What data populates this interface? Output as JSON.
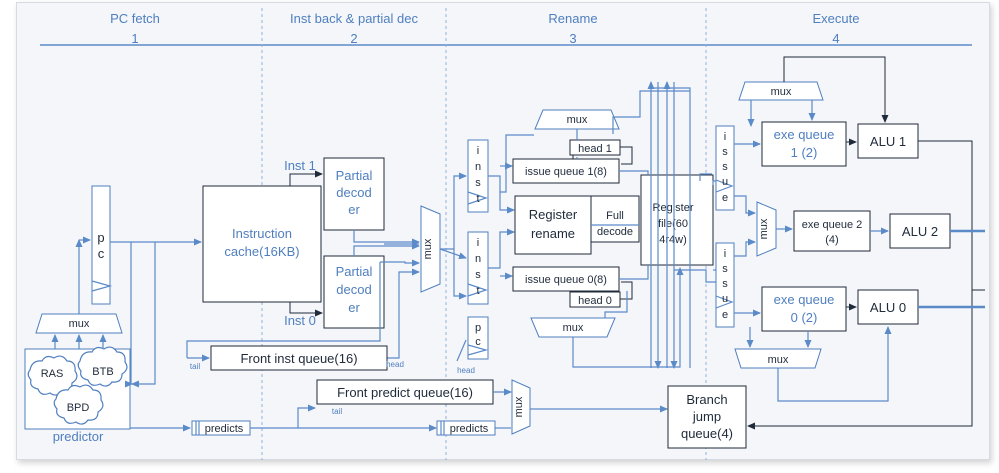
{
  "stages": [
    {
      "name": "PC fetch",
      "num": "1"
    },
    {
      "name": "Inst back & partial dec",
      "num": "2"
    },
    {
      "name": "Rename",
      "num": "3"
    },
    {
      "name": "Execute",
      "num": "4"
    }
  ],
  "fetch": {
    "pc": [
      "p",
      "c"
    ],
    "mux": "mux",
    "ras": "RAS",
    "btb": "BTB",
    "bpd": "BPD",
    "predictor": "predictor",
    "predicts": "predicts"
  },
  "decode": {
    "icache": [
      "Instruction",
      "cache(16KB)"
    ],
    "inst1": "Inst 1",
    "inst0": "Inst 0",
    "partial_decoder": [
      "Partial",
      "decod",
      "er"
    ],
    "mux": "mux",
    "front_inst_queue": "Front inst queue(16)",
    "front_predict_queue": "Front predict queue(16)",
    "tail": "tail",
    "head": "head",
    "predicts": "predicts",
    "pred_mux": "mux"
  },
  "rename": {
    "inst": [
      "i",
      "n",
      "s",
      "t"
    ],
    "pc": [
      "p",
      "c"
    ],
    "head": "head",
    "register_rename": [
      "Register",
      "rename"
    ],
    "full_decode": [
      "Full",
      "decode"
    ],
    "mux_top": "mux",
    "mux_bottom": "mux",
    "head1": "head 1",
    "head0": "head 0",
    "issue_queue1": "issue queue 1(8)",
    "issue_queue0": "issue queue 0(8)",
    "register_file": [
      "Register",
      "file(60",
      "4r4w)"
    ]
  },
  "execute": {
    "issue": [
      "i",
      "s",
      "s",
      "u",
      "e"
    ],
    "mux_top": "mux",
    "mux_mid": "mux",
    "mux_bottom": "mux",
    "exe_queue1": [
      "exe queue",
      "1 (2)"
    ],
    "exe_queue2": [
      "exe queue 2",
      "(4)"
    ],
    "exe_queue0": [
      "exe queue",
      "0 (2)"
    ],
    "alu1": "ALU 1",
    "alu2": "ALU 2",
    "alu0": "ALU 0",
    "branch_jump_queue": [
      "Branch",
      "jump",
      "queue(4)"
    ]
  }
}
